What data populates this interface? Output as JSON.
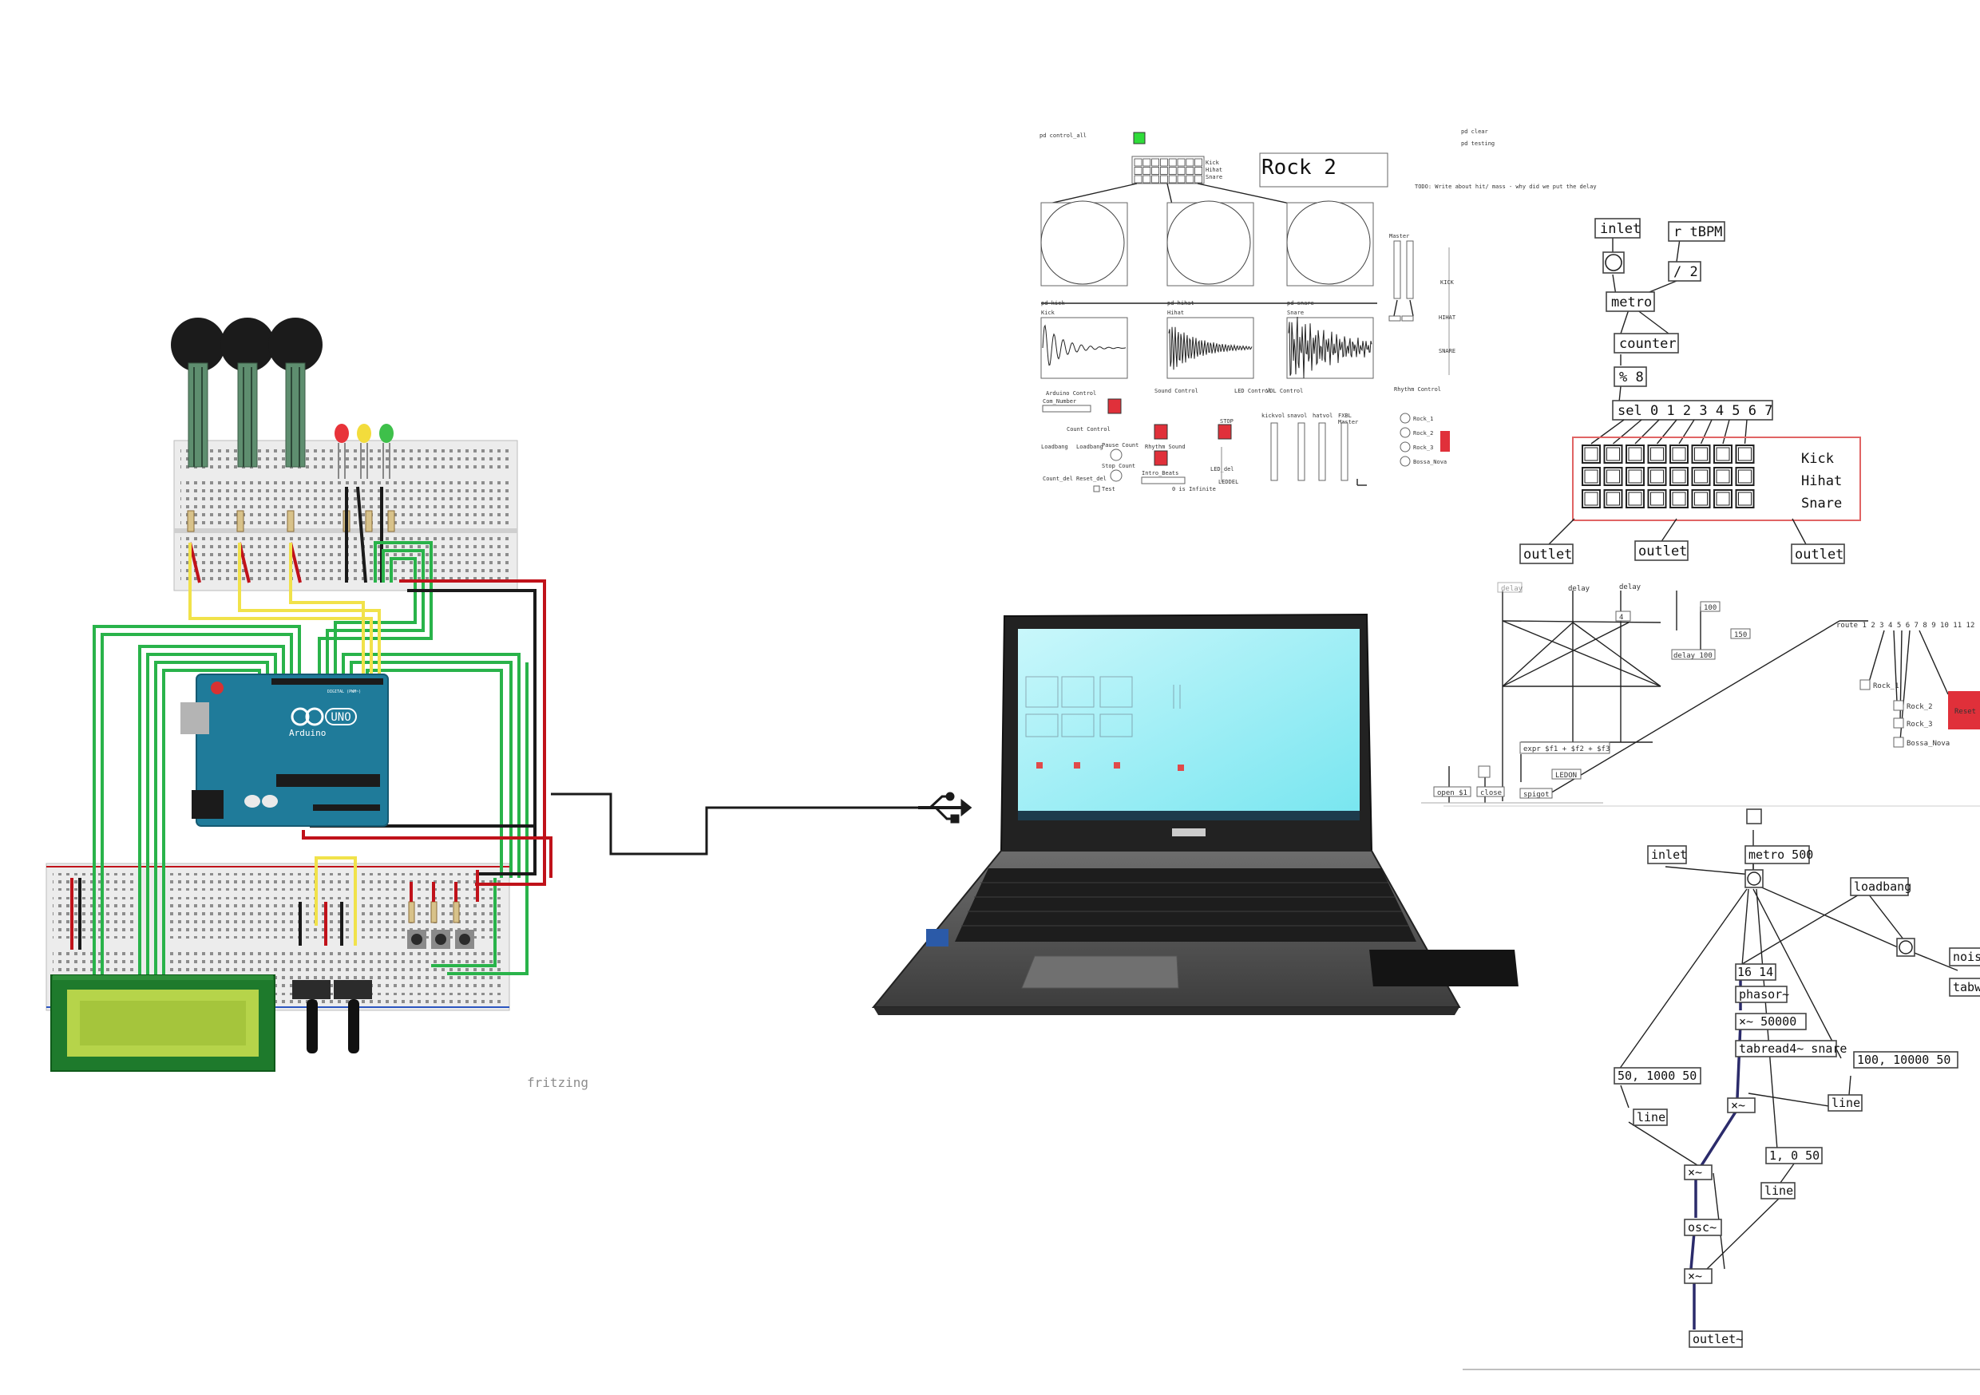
{
  "circuit": {
    "watermark": "fritzing",
    "arduino_brand": "Arduino",
    "arduino_model": "UNO",
    "board_label": "DIGITAL (PWM~)"
  },
  "pd_main": {
    "title_box": "Rock 2",
    "top_left_msg": "pd control_all",
    "top_right_msgs": [
      "pd clear",
      "pd testing"
    ],
    "todo_note": "TODO: Write about hit/ mass - why did we put the delay",
    "row_labels": [
      "Kick",
      "Hihat",
      "Snare"
    ],
    "circle_subpatches": [
      "pd kick",
      "pd hihat",
      "pd snare"
    ],
    "wave_labels": [
      "Kick",
      "Hihat",
      "Snare"
    ],
    "section_labels": [
      "Arduino Control",
      "Sound Control",
      "LED Control",
      "VOL Control",
      "Rhythm Control"
    ],
    "side_labels": [
      "Master",
      "KICK",
      "HIHAT",
      "SNARE"
    ],
    "small_labels": [
      "Com_Number",
      "Count Control",
      "Loadbang",
      "Loadbang",
      "Count_del",
      "Reset_del",
      "Pause Count",
      "Stop Count",
      "Rhythm Sound",
      "Intro_Beats",
      "0 is Infinite",
      "Test",
      "STOP",
      "LED_del",
      "LEDDEL",
      "kickvol",
      "snavol",
      "hatvol",
      "FXBL",
      "Master"
    ],
    "rhythm_list": [
      "Rock_1",
      "Rock_2",
      "Rock_3",
      "Bossa_Nova"
    ]
  },
  "pd_seq": {
    "inlet": "inlet",
    "receive": "r tBPM",
    "divide": "/ 2",
    "metro": "metro",
    "counter": "counter",
    "mod": "% 8",
    "sel": "sel 0 1 2 3 4 5 6 7",
    "row_labels": [
      "Kick",
      "Hihat",
      "Snare"
    ],
    "outlets": [
      "outlet",
      "outlet",
      "outlet"
    ]
  },
  "pd_mid": {
    "delays": [
      "delay",
      "delay",
      "delay"
    ],
    "numbers": [
      "4",
      "100",
      "150"
    ],
    "delay100": "delay 100",
    "expr": "expr $f1 + $f2 + $f3",
    "ledon": "LEDON",
    "open": "open $1",
    "close": "close",
    "spigot": "spigot",
    "route": "route 1 2 3 4 5 6 7 8 9 10 11 12",
    "rhythm_list": [
      "Rock_1",
      "Rock_2",
      "Rock_3",
      "Bossa_Nova"
    ],
    "reset": "Reset"
  },
  "pd_synth": {
    "inlet": "inlet",
    "metro": "metro 500",
    "loadbang": "loadbang",
    "noise": "nois",
    "tab": "tabw",
    "n1614": "16 14",
    "phasor": "phasor~",
    "mul5000": "×~ 50000",
    "tabread": "tabread4~ snare",
    "msg_a": "50, 1000 50",
    "msg_b": "100, 10000 50",
    "line_a": "line",
    "line_b": "line",
    "mul_a": "×~",
    "msg_c": "1, 0 50",
    "line_c": "line",
    "mul_b": "×~",
    "osc": "osc~",
    "mul_c": "×~",
    "outlet": "outlet~"
  },
  "colors": {
    "green_wire": "#29b34a",
    "yellow_wire": "#f1e24a",
    "red_wire": "#c0121a",
    "black_wire": "#1a1a1a",
    "arduino": "#1f7b9a",
    "lcd": "#b6d44a",
    "pd_red": "#e0303a",
    "pd_green": "#2fdc3a"
  }
}
